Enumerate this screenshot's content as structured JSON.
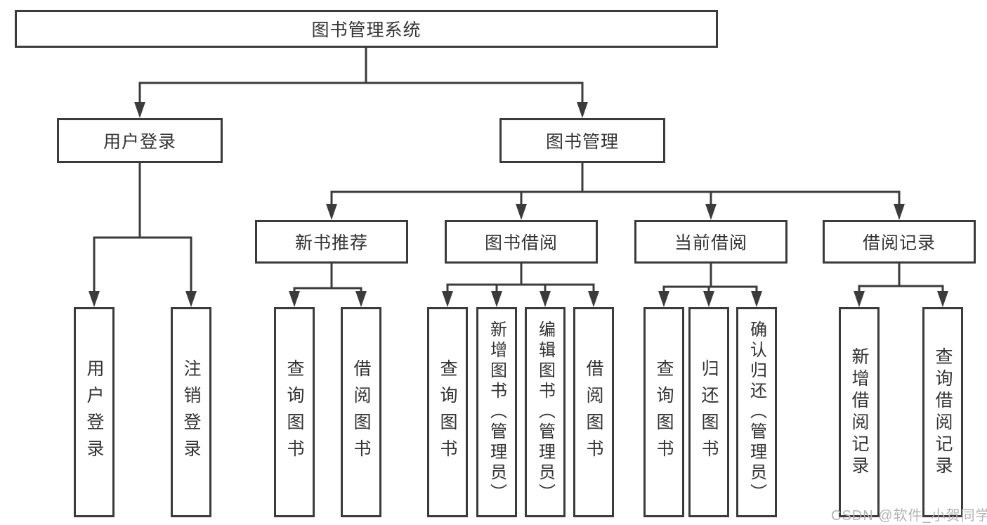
{
  "tree": {
    "label": "图书管理系统",
    "children": [
      {
        "label": "用户登录",
        "children": [
          {
            "label": "用户登录"
          },
          {
            "label": "注销登录"
          }
        ]
      },
      {
        "label": "图书管理",
        "children": [
          {
            "label": "新书推荐",
            "children": [
              {
                "label": "查询图书"
              },
              {
                "label": "借阅图书"
              }
            ]
          },
          {
            "label": "图书借阅",
            "children": [
              {
                "label": "查询图书"
              },
              {
                "label": "新增图书（管理员）"
              },
              {
                "label": "编辑图书（管理员）"
              },
              {
                "label": "借阅图书"
              }
            ]
          },
          {
            "label": "当前借阅",
            "children": [
              {
                "label": "查询图书"
              },
              {
                "label": "归还图书"
              },
              {
                "label": "确认归还（管理员）"
              }
            ]
          },
          {
            "label": "借阅记录",
            "children": [
              {
                "label": "新增借阅记录"
              },
              {
                "label": "查询借阅记录"
              }
            ]
          }
        ]
      }
    ]
  },
  "watermark": "CSDN @软件_小贺同学",
  "colors": {
    "line": "#3b3b3b",
    "text": "#333333",
    "watermark": "#b3b3b3",
    "background": "#ffffff"
  }
}
